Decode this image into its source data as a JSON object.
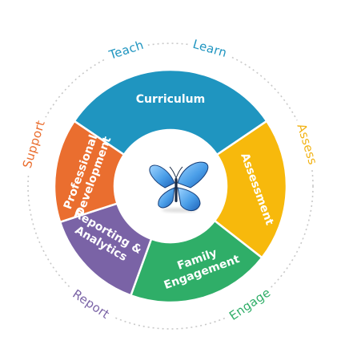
{
  "segments": [
    {
      "id": "curriculum",
      "lines": [
        "Curriculum"
      ],
      "color": "#1f95c0"
    },
    {
      "id": "assessment",
      "lines": [
        "Assessment"
      ],
      "color": "#f7b90c"
    },
    {
      "id": "family-engagement",
      "lines": [
        "Family",
        "Engagement"
      ],
      "color": "#2fae68"
    },
    {
      "id": "reporting-analytics",
      "lines": [
        "Reporting &",
        "Analytics"
      ],
      "color": "#7a63a6"
    },
    {
      "id": "professional-development",
      "lines": [
        "Professional",
        "Development"
      ],
      "color": "#ea6e2f"
    }
  ],
  "outer_labels": [
    {
      "id": "teach",
      "text": "Teach",
      "color": "#1f95c0"
    },
    {
      "id": "learn",
      "text": "Learn",
      "color": "#1f95c0"
    },
    {
      "id": "assess",
      "text": "Assess",
      "color": "#f2b316"
    },
    {
      "id": "engage",
      "text": "Engage",
      "color": "#2fae68"
    },
    {
      "id": "report",
      "text": "Report",
      "color": "#7a63a6"
    },
    {
      "id": "support",
      "text": "Support",
      "color": "#ea6e2f"
    }
  ],
  "center_icon": "butterfly-icon",
  "ring_color": "#c8c8c8"
}
